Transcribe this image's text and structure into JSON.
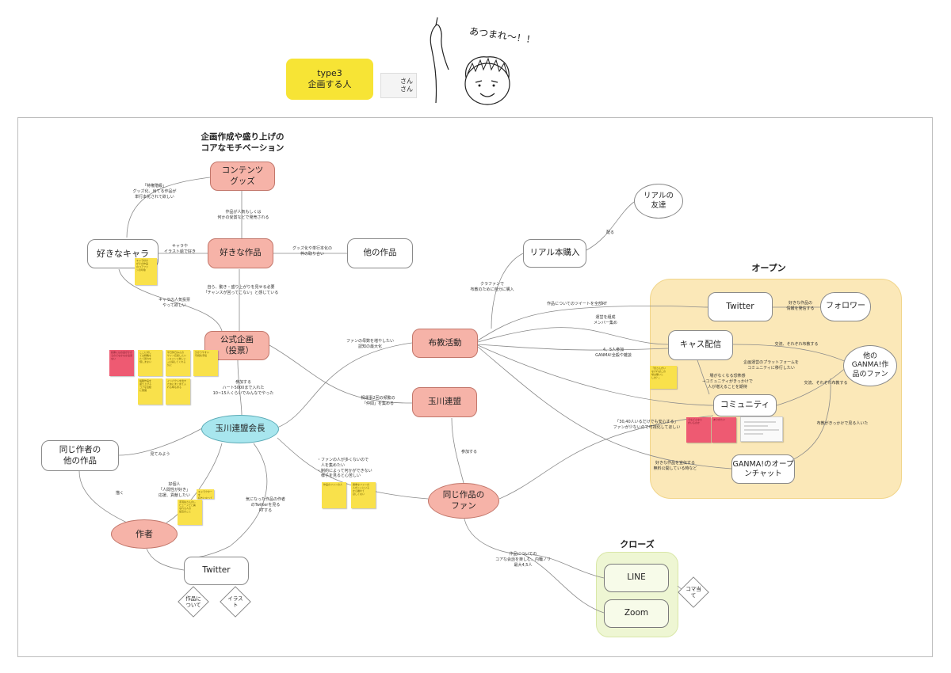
{
  "header": {
    "persona_title": "type3\n企画する人",
    "names": "さん\nさん",
    "sketch_speech": "あつまれ〜！！"
  },
  "colors": {
    "pink_node": "#f6b3a8",
    "open_region": "#fbe8b8",
    "close_region": "#eef6d3",
    "cyan_node": "#a8e6ee",
    "persona_yellow": "#f7e435",
    "sticky_yellow": "#f9e14b",
    "sticky_red": "#ee5a72"
  },
  "titles": {
    "motivation": "企画作成や盛り上げの\nコアなモチベーション",
    "open": "オープン",
    "close": "クローズ"
  },
  "nodes": {
    "contents": "コンテンツ\nグッズ",
    "favorite_work": "好きな作品",
    "favorite_chara": "好きなキャラ",
    "other_work": "他の作品",
    "official_project": "公式企画\n（投票）",
    "president": "玉川連盟会長",
    "same_author": "同じ作者の\n他の作品",
    "author": "作者",
    "twitter_left": "Twitter",
    "about_work": "作品に\nついて",
    "illust": "イラス\nト",
    "propagation": "布教活動",
    "federation": "玉川連盟",
    "same_fans": "同じ作品の\nファン",
    "real_book": "リアル本購入",
    "real_friend": "リアルの\n友達",
    "twitter_open": "Twitter",
    "follower": "フォロワー",
    "cast": "キャス配信",
    "community": "コミュニティ",
    "ganma_chat": "GANMA!のオープ\nンチャット",
    "other_fans": "他の\nGANMA!作\n品のファン",
    "line": "LINE",
    "zoom": "Zoom",
    "koma": "コマ当\nて"
  },
  "edge_labels": {
    "e1": "「特権階級」\nグッズ化、出てる作品が\n単行本化されて欲しい",
    "e2": "作品が人気もしくは\n何かの受賞などで発売される",
    "e3": "キャラや\nイラスト絵で好き",
    "e4": "グッズ化や単行本化の\n枠の取り合い",
    "e5": "自ら、動き・盛り上がりを見せる必要\n「チャンスが回ってこない」と感じている",
    "e6": "キャラの人気投票\nやって欲しい",
    "e7": "参加する\nハート5000まで入れた\n10~15人くらいでみんなでやった",
    "e8": "見てみよう",
    "e9": "描く",
    "e10": "好個人\n「人間性が好き」\n応援、貢献したい",
    "e11": "気になった作品の作者\nのTwitterを見る\nRTする",
    "e12": "ファンの母数を増やしたい\n認知の最大化",
    "e13": "相運事2回の頻繁の\n「仲間」を集める",
    "e14": "・ファンの人が多くないので\n　人を集めたい\n・制約によって何かができない\n　様子を見ると心苦しい",
    "e15": "参加する",
    "e16": "作品についての\nコアな会話を楽しむ、内輪ノリ\n最大4,5人",
    "e17": "クラファンで\n布教のために自分に購入",
    "e18": "配る",
    "e19": "作品についてのツイートを全部RT",
    "e20": "運営を組成\nメンバー集め",
    "e21": "4、5人参加\nGANMA!全般や雑談",
    "e22": "好きな作品の\n情報を発信する",
    "e23": "交流、それぞれ布教する",
    "e24": "企画運営のプラットフォームを\nコミュニティに移行したい",
    "e25": "場がなくなる恐怖感\n→コミュニティがきっかけで\n人が増えることを期待",
    "e26": "交流、それぞれ布教する",
    "e27": "「30,40人いるだけでも安心する」\nファンが少ないので可視化してほしい",
    "e28": "好きな作品を宣伝する\n無料公開している時など",
    "e29": "布教がきっかけで見る人いた"
  },
  "stickies": {
    "s1": "キャラ好き\nがその作品\nのコアファ\nンの印象",
    "s2": "投票にはお金がかかるのでなかなか出来ない",
    "s3": "ここに対し\nては戦略を\nたて努力を\n惜しまない",
    "s4": "平日休日みんの\nサイン応援したい\n→コメント欲しい\n→公開してくれる\n気に",
    "s5": "分かりやすい\n可視化手段",
    "s6": "掲載作品を\n盛り上げる\nコアな活動\nに発展",
    "s7": "インパクトを出す\nためにまとめて入\nれる時もある",
    "s8": "キャラクターを\n好きになって\n応援",
    "s9": "手羽先さんのレ\nビューノビと異\nなれる人の\n最近のこと",
    "s10": "作品のファンの人",
    "s11": "貴重なファンの\n人がここにいる\nから離れて\nほしくない",
    "s12": "「皆さんがい\nなければこの\n場は無いと\nしま？」",
    "s13": "でもどんな人\nがいるのか",
    "s14": "ありがたい"
  }
}
